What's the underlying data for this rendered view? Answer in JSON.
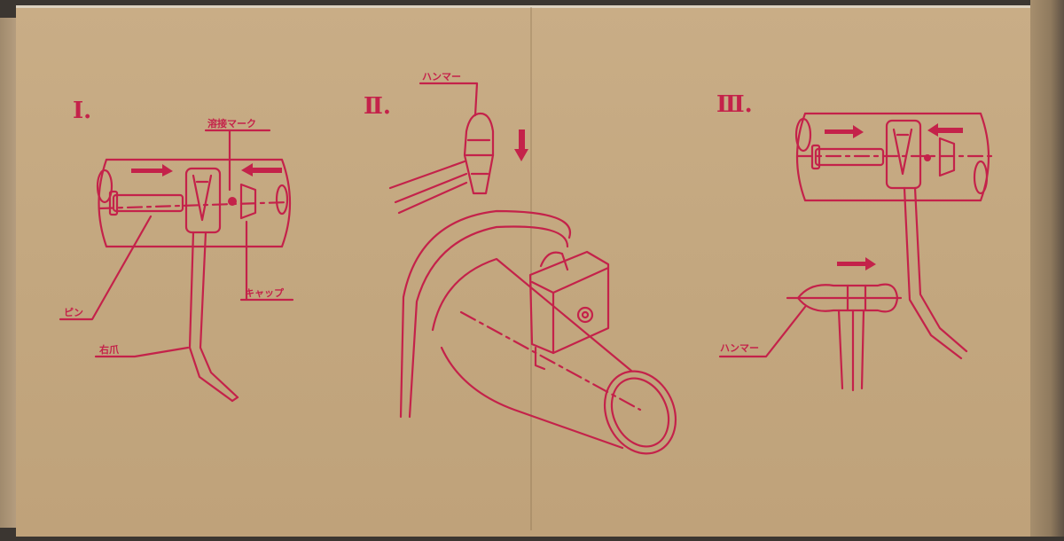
{
  "steps": [
    {
      "numeral": "Ⅰ.",
      "labels": {
        "weld_mark": "溶接マーク",
        "pin": "ピン",
        "cap": "キャップ",
        "claw": "右爪"
      }
    },
    {
      "numeral": "Ⅱ.",
      "labels": {
        "hammer": "ハンマー"
      }
    },
    {
      "numeral": "Ⅲ.",
      "labels": {
        "hammer": "ハンマー"
      }
    }
  ],
  "colors": {
    "ink": "#c4224a",
    "cardboard": "#c6aa82",
    "background": "#3b3631"
  }
}
